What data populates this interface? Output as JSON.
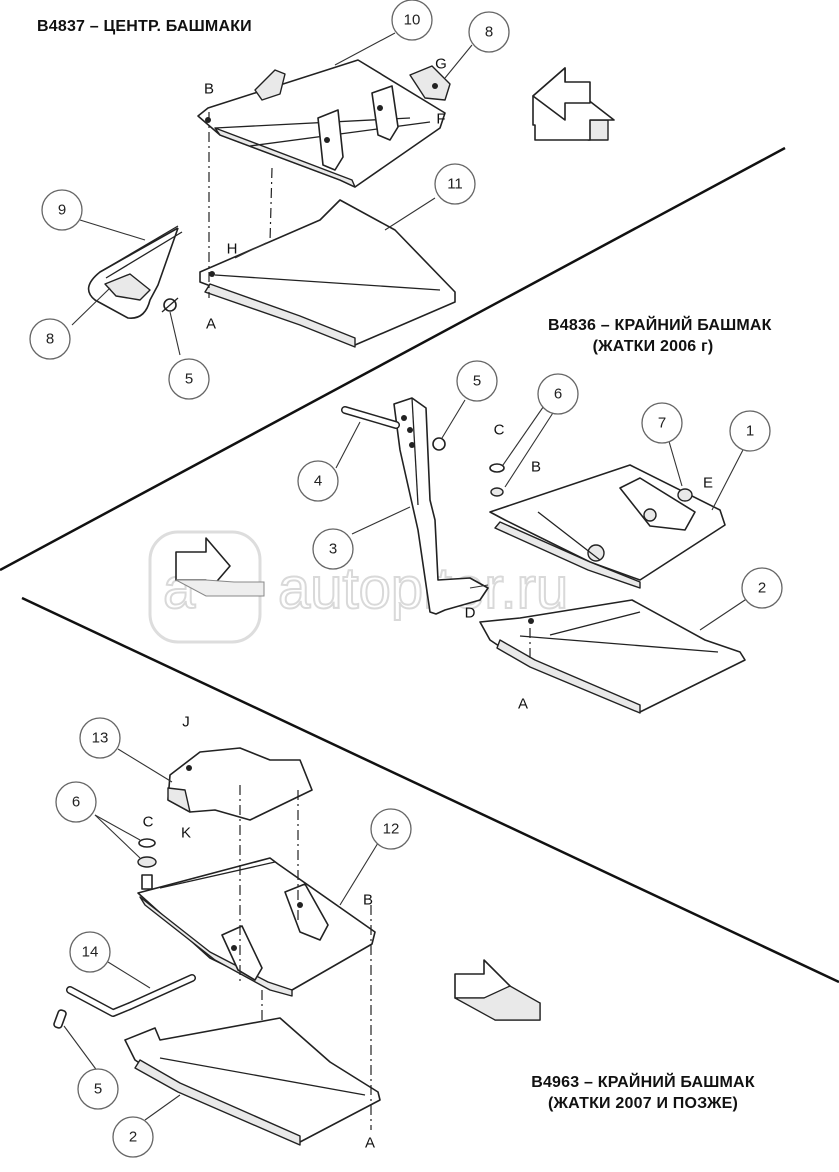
{
  "titles": {
    "center": "B4837 – ЦЕНТР. БАШМАКИ",
    "end_2006_line1": "B4836 – КРАЙНИЙ БАШМАК",
    "end_2006_line2": "(ЖАТКИ 2006 г)",
    "end_2007_line1": "B4963 – КРАЙНИЙ БАШМАК",
    "end_2007_line2": "(ЖАТКИ 2007 И ПОЗЖЕ)"
  },
  "watermark": "autopiter.ru",
  "callouts": {
    "c10": "10",
    "c8a": "8",
    "c9": "9",
    "c11": "11",
    "c8b": "8",
    "c5a": "5",
    "c5b": "5",
    "c6a": "6",
    "c4": "4",
    "c7": "7",
    "c1": "1",
    "c3": "3",
    "c2a": "2",
    "c13": "13",
    "c6b": "6",
    "c12": "12",
    "c14": "14",
    "c5c": "5",
    "c2b": "2"
  },
  "letters": {
    "B1": "B",
    "G": "G",
    "F": "F",
    "H": "H",
    "A1": "A",
    "C1": "C",
    "B2": "B",
    "E": "E",
    "D": "D",
    "A2": "A",
    "J": "J",
    "C2": "C",
    "K": "K",
    "B3": "B",
    "A3": "A"
  }
}
